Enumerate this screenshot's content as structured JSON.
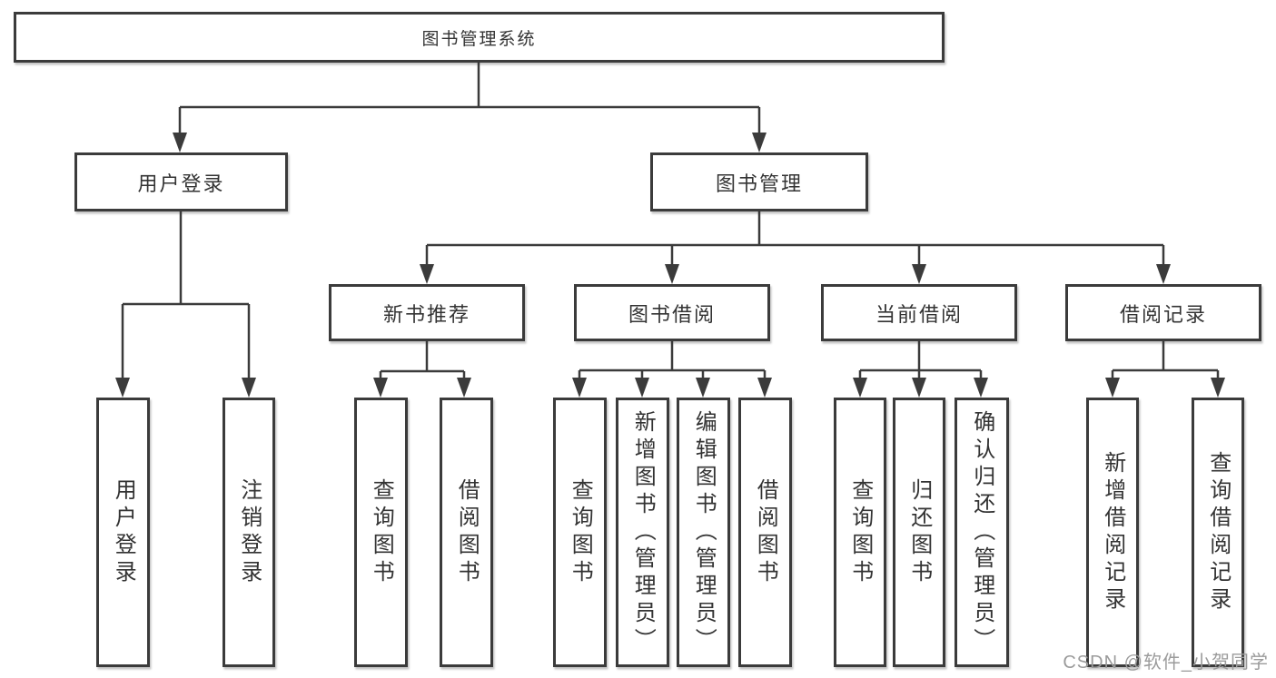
{
  "diagram": {
    "root": {
      "label": "图书管理系统"
    },
    "level2": [
      {
        "label": "用户登录"
      },
      {
        "label": "图书管理"
      }
    ],
    "level3": [
      {
        "label": "新书推荐"
      },
      {
        "label": "图书借阅"
      },
      {
        "label": "当前借阅"
      },
      {
        "label": "借阅记录"
      }
    ],
    "leaves": {
      "user_login": [
        {
          "label": "用户登录"
        },
        {
          "label": "注销登录"
        }
      ],
      "new_book": [
        {
          "label": "查询图书"
        },
        {
          "label": "借阅图书"
        }
      ],
      "book_borrow": [
        {
          "label": "查询图书"
        },
        {
          "label": "新增图书（管理员）"
        },
        {
          "label": "编辑图书（管理员）"
        },
        {
          "label": "借阅图书"
        }
      ],
      "current_borrow": [
        {
          "label": "查询图书"
        },
        {
          "label": "归还图书"
        },
        {
          "label": "确认归还（管理员）"
        }
      ],
      "borrow_record": [
        {
          "label": "新增借阅记录"
        },
        {
          "label": "查询借阅记录"
        }
      ]
    }
  },
  "watermark": {
    "text": "CSDN @软件_小贺同学"
  },
  "colors": {
    "line": "#3b3b3b",
    "box_border": "#3b3b3b",
    "text": "#333333",
    "watermark": "#9b9b9b",
    "background": "#ffffff"
  }
}
